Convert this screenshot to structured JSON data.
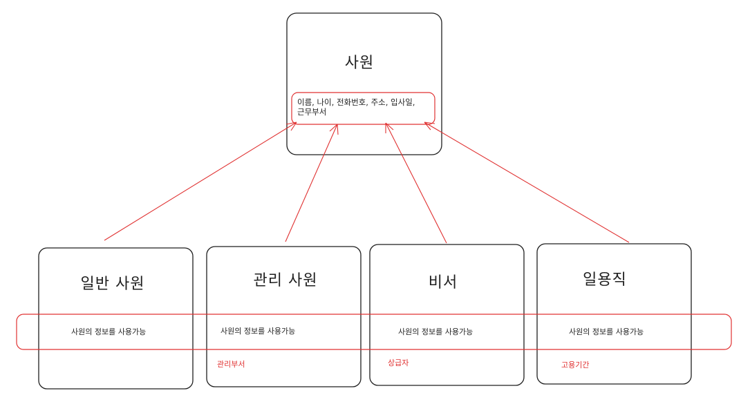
{
  "parent": {
    "title": "사원",
    "attributes_line1": "이름, 나이, 전화번호, 주소, 입사일,",
    "attributes_line2": "근무부서"
  },
  "children": [
    {
      "title": "일반 사원",
      "info": "사원의 정보를 사용가능",
      "extra": ""
    },
    {
      "title": "관리 사원",
      "info": "사원의 정보를 사용가능",
      "extra": "관리부서"
    },
    {
      "title": "비서",
      "info": "사원의 정보를 사용가능",
      "extra": "상급자"
    },
    {
      "title": "일용직",
      "info": "사원의 정보를 사용가능",
      "extra": "고용기간"
    }
  ],
  "colors": {
    "stroke": "#1e1e1e",
    "accent": "#e03131"
  }
}
